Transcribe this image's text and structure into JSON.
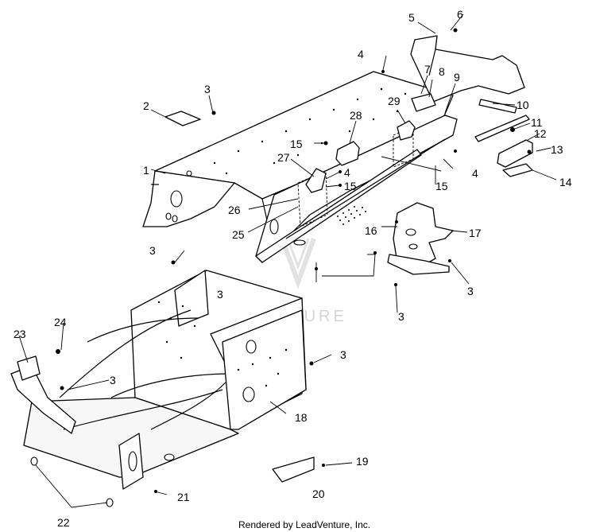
{
  "watermark": "LEADVENTURE",
  "credit": "Rendered by LeadVenture, Inc.",
  "callouts": [
    "1",
    "2",
    "3",
    "3",
    "3",
    "3",
    "3",
    "3",
    "3",
    "4",
    "4",
    "4",
    "5",
    "6",
    "7",
    "8",
    "9",
    "10",
    "11",
    "12",
    "13",
    "14",
    "15",
    "15",
    "15",
    "16",
    "17",
    "18",
    "19",
    "20",
    "21",
    "22",
    "23",
    "24",
    "25",
    "26",
    "27",
    "28",
    "29"
  ]
}
